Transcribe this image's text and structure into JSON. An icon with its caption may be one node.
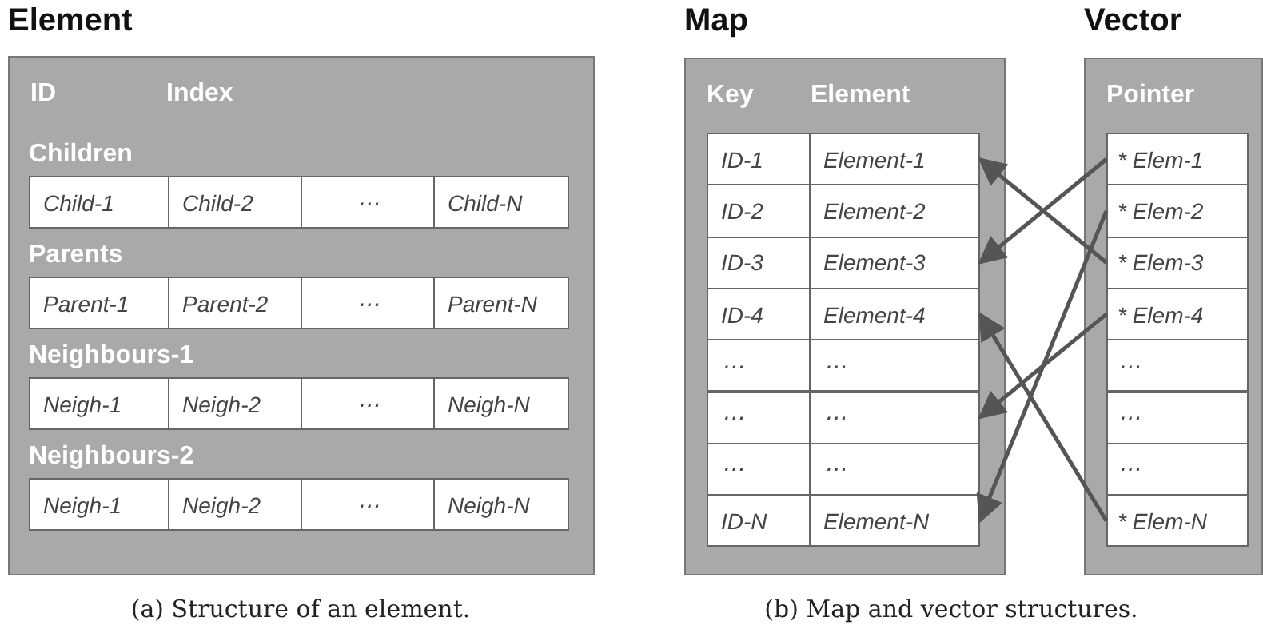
{
  "diagram": {
    "nodes": [
      {
        "text": [
          "Element",
          "ID",
          "Index"
        ]
      },
      {
        "text": [
          "Children"
        ],
        "in": 0
      },
      {
        "text": [
          "Child-1"
        ],
        "in": 1
      },
      {
        "text": [
          "Child-2"
        ],
        "in": 1
      },
      {
        "text": [
          "⋯"
        ],
        "in": 1
      },
      {
        "text": [
          "Child-N"
        ],
        "in": 1
      },
      {
        "text": [
          "Parents"
        ],
        "in": 0
      },
      {
        "text": [
          "Parent-1"
        ],
        "in": 6
      },
      {
        "text": [
          "Parent-2"
        ],
        "in": 6
      },
      {
        "text": [
          "⋯"
        ],
        "in": 6
      },
      {
        "text": [
          "Parent-N"
        ],
        "in": 6
      },
      {
        "text": [
          "Neighbours-1"
        ],
        "in": 0
      },
      {
        "text": [
          "Neigh-1"
        ],
        "in": 11
      },
      {
        "text": [
          "Neigh-2"
        ],
        "in": 11
      },
      {
        "text": [
          "⋯"
        ],
        "in": 11
      },
      {
        "text": [
          "Neigh-N"
        ],
        "in": 11
      },
      {
        "text": [
          "Neighbours-2"
        ],
        "in": 0
      },
      {
        "text": [
          "Neigh-1"
        ],
        "in": 16
      },
      {
        "text": [
          "Neigh-2"
        ],
        "in": 16
      },
      {
        "text": [
          "⋯"
        ],
        "in": 16
      },
      {
        "text": [
          "Neigh-N"
        ],
        "in": 16
      },
      {
        "text": [
          "Map",
          "Key",
          "Element"
        ]
      },
      {
        "text": [
          "ID-1"
        ],
        "in": 21
      },
      {
        "text": [
          "Element-1"
        ],
        "in": 21
      },
      {
        "text": [
          "ID-2"
        ],
        "in": 21
      },
      {
        "text": [
          "Element-2"
        ],
        "in": 21
      },
      {
        "text": [
          "ID-3"
        ],
        "in": 21
      },
      {
        "text": [
          "Element-3"
        ],
        "in": 21
      },
      {
        "text": [
          "ID-4"
        ],
        "in": 21
      },
      {
        "text": [
          "Element-4"
        ],
        "in": 21
      },
      {
        "text": [
          "⋯"
        ],
        "in": 21
      },
      {
        "text": [
          "⋯"
        ],
        "in": 21
      },
      {
        "text": [
          "⋯"
        ],
        "in": 21
      },
      {
        "text": [
          "⋯"
        ],
        "in": 21
      },
      {
        "text": [
          "⋯"
        ],
        "in": 21
      },
      {
        "text": [
          "⋯"
        ],
        "in": 21
      },
      {
        "text": [
          "ID-N"
        ],
        "in": 21
      },
      {
        "text": [
          "Element-N"
        ],
        "in": 21
      },
      {
        "text": [
          "Vector",
          "Pointer"
        ]
      },
      {
        "text": [
          "* Elem-1"
        ],
        "in": 38
      },
      {
        "text": [
          "* Elem-2"
        ],
        "in": 38
      },
      {
        "text": [
          "* Elem-3"
        ],
        "in": 38
      },
      {
        "text": [
          "* Elem-4"
        ],
        "in": 38
      },
      {
        "text": [
          "⋯"
        ],
        "in": 38
      },
      {
        "text": [
          "⋯"
        ],
        "in": 38
      },
      {
        "text": [
          "⋯"
        ],
        "in": 38
      },
      {
        "text": [
          "* Elem-N"
        ],
        "in": 38
      }
    ],
    "edges": [
      {
        "from": 39,
        "to": 27,
        "arrow": "to"
      },
      {
        "from": 40,
        "to": 37,
        "arrow": "to"
      },
      {
        "from": 41,
        "to": 23,
        "arrow": "to"
      },
      {
        "from": 42,
        "to": 33,
        "arrow": "to"
      },
      {
        "from": 46,
        "to": 29,
        "arrow": "to"
      }
    ],
    "labels": [
      "(a) Structure of an element.",
      "(b) Map and vector structures."
    ]
  }
}
